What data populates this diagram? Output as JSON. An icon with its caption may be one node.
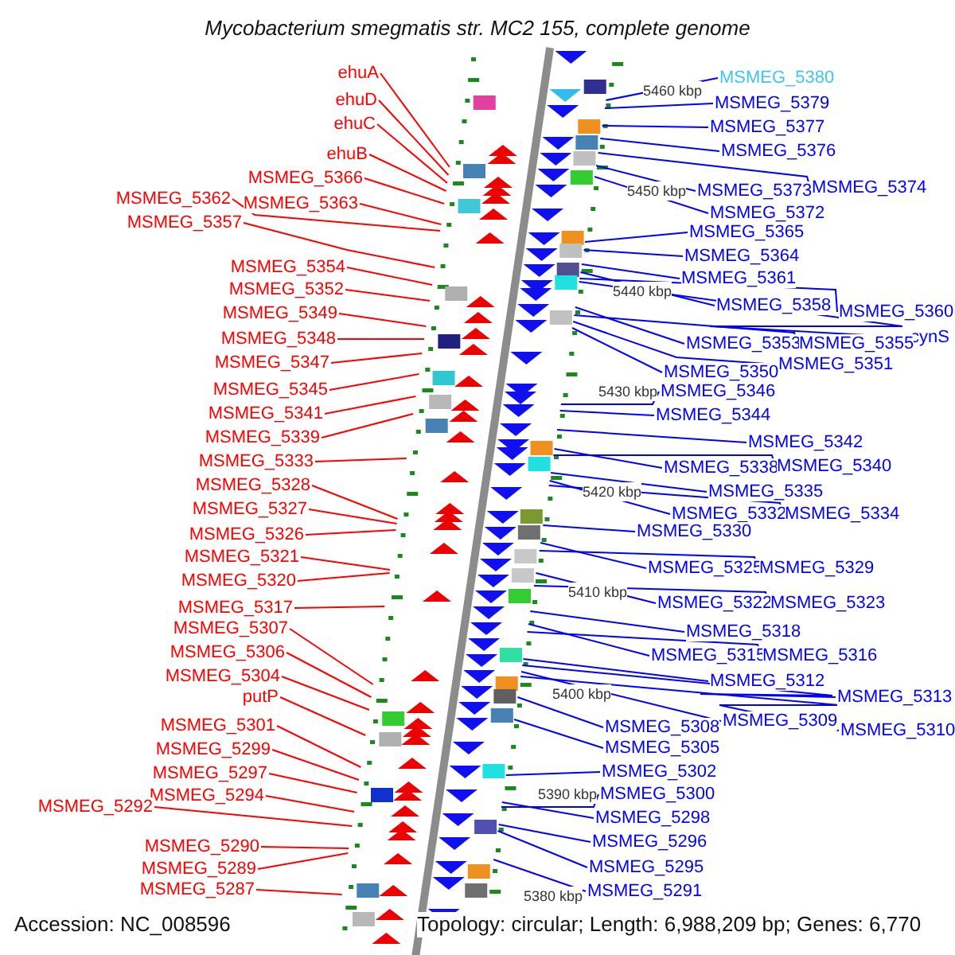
{
  "diagram": {
    "title": "Mycobacterium smegmatis str. MC2 155, complete genome",
    "nodes": [
      {
        "text": [
          "ehuA"
        ]
      },
      {
        "text": [
          "ehuD"
        ]
      },
      {
        "text": [
          "ehuC"
        ]
      },
      {
        "text": [
          "ehuB"
        ]
      },
      {
        "text": [
          "MSMEG_5366"
        ]
      },
      {
        "text": [
          "MSMEG_5362"
        ]
      },
      {
        "text": [
          "MSMEG_5363"
        ]
      },
      {
        "text": [
          "MSMEG_5357"
        ]
      },
      {
        "text": [
          "MSMEG_5354"
        ]
      },
      {
        "text": [
          "MSMEG_5352"
        ]
      },
      {
        "text": [
          "MSMEG_5349"
        ]
      },
      {
        "text": [
          "MSMEG_5348"
        ]
      },
      {
        "text": [
          "MSMEG_5347"
        ]
      },
      {
        "text": [
          "MSMEG_5345"
        ]
      },
      {
        "text": [
          "MSMEG_5341"
        ]
      },
      {
        "text": [
          "MSMEG_5339"
        ]
      },
      {
        "text": [
          "MSMEG_5333"
        ]
      },
      {
        "text": [
          "MSMEG_5328"
        ]
      },
      {
        "text": [
          "MSMEG_5327"
        ]
      },
      {
        "text": [
          "MSMEG_5326"
        ]
      },
      {
        "text": [
          "MSMEG_5321"
        ]
      },
      {
        "text": [
          "MSMEG_5320"
        ]
      },
      {
        "text": [
          "MSMEG_5317"
        ]
      },
      {
        "text": [
          "MSMEG_5307"
        ]
      },
      {
        "text": [
          "MSMEG_5306"
        ]
      },
      {
        "text": [
          "MSMEG_5304"
        ]
      },
      {
        "text": [
          "putP"
        ]
      },
      {
        "text": [
          "MSMEG_5301"
        ]
      },
      {
        "text": [
          "MSMEG_5299"
        ]
      },
      {
        "text": [
          "MSMEG_5297"
        ]
      },
      {
        "text": [
          "MSMEG_5294"
        ]
      },
      {
        "text": [
          "MSMEG_5292"
        ]
      },
      {
        "text": [
          "MSMEG_5290"
        ]
      },
      {
        "text": [
          "MSMEG_5289"
        ]
      },
      {
        "text": [
          "MSMEG_5287"
        ]
      },
      {
        "text": [
          "MSMEG_5380"
        ]
      },
      {
        "text": [
          "MSMEG_5379"
        ]
      },
      {
        "text": [
          "MSMEG_5377"
        ]
      },
      {
        "text": [
          "MSMEG_5376"
        ]
      },
      {
        "text": [
          "MSMEG_5374"
        ]
      },
      {
        "text": [
          "MSMEG_5373"
        ]
      },
      {
        "text": [
          "MSMEG_5372"
        ]
      },
      {
        "text": [
          "MSMEG_5365"
        ]
      },
      {
        "text": [
          "MSMEG_5364"
        ]
      },
      {
        "text": [
          "MSMEG_5361"
        ]
      },
      {
        "text": [
          "MSMEG_5358"
        ]
      },
      {
        "text": [
          "MSMEG_5360"
        ]
      },
      {
        "text": [
          "cynS"
        ]
      },
      {
        "text": [
          "MSMEG_5353"
        ]
      },
      {
        "text": [
          "MSMEG_5355"
        ]
      },
      {
        "text": [
          "MSMEG_5351"
        ]
      },
      {
        "text": [
          "MSMEG_5350"
        ]
      },
      {
        "text": [
          "MSMEG_5346"
        ]
      },
      {
        "text": [
          "MSMEG_5344"
        ]
      },
      {
        "text": [
          "MSMEG_5342"
        ]
      },
      {
        "text": [
          "MSMEG_5338"
        ]
      },
      {
        "text": [
          "MSMEG_5340"
        ]
      },
      {
        "text": [
          "MSMEG_5335"
        ]
      },
      {
        "text": [
          "MSMEG_5332"
        ]
      },
      {
        "text": [
          "MSMEG_5334"
        ]
      },
      {
        "text": [
          "MSMEG_5330"
        ]
      },
      {
        "text": [
          "MSMEG_5325"
        ]
      },
      {
        "text": [
          "MSMEG_5329"
        ]
      },
      {
        "text": [
          "MSMEG_5322"
        ]
      },
      {
        "text": [
          "MSMEG_5323"
        ]
      },
      {
        "text": [
          "MSMEG_5318"
        ]
      },
      {
        "text": [
          "MSMEG_5315"
        ]
      },
      {
        "text": [
          "MSMEG_5316"
        ]
      },
      {
        "text": [
          "MSMEG_5312"
        ]
      },
      {
        "text": [
          "MSMEG_5313"
        ]
      },
      {
        "text": [
          "MSMEG_5309"
        ]
      },
      {
        "text": [
          "MSMEG_5310"
        ]
      },
      {
        "text": [
          "MSMEG_5308"
        ]
      },
      {
        "text": [
          "MSMEG_5305"
        ]
      },
      {
        "text": [
          "MSMEG_5302"
        ]
      },
      {
        "text": [
          "MSMEG_5300"
        ]
      },
      {
        "text": [
          "MSMEG_5298"
        ]
      },
      {
        "text": [
          "MSMEG_5296"
        ]
      },
      {
        "text": [
          "MSMEG_5295"
        ]
      },
      {
        "text": [
          "MSMEG_5291"
        ]
      }
    ],
    "edges": [
      {
        "from": 0,
        "to": null,
        "arrow": "none",
        "color": "#ff0000"
      },
      {
        "from": 1,
        "to": null,
        "arrow": "none",
        "color": "#ff0000"
      },
      {
        "from": 2,
        "to": null,
        "arrow": "none",
        "color": "#ff0000"
      },
      {
        "from": 3,
        "to": null,
        "arrow": "none",
        "color": "#ff0000"
      },
      {
        "from": 4,
        "to": null,
        "arrow": "none",
        "color": "#ff0000"
      },
      {
        "from": 5,
        "to": null,
        "arrow": "none",
        "color": "#ff0000"
      },
      {
        "from": 6,
        "to": null,
        "arrow": "none",
        "color": "#ff0000"
      },
      {
        "from": 7,
        "to": null,
        "arrow": "none",
        "color": "#ff0000"
      },
      {
        "from": 8,
        "to": null,
        "arrow": "none",
        "color": "#ff0000"
      },
      {
        "from": 9,
        "to": null,
        "arrow": "none",
        "color": "#ff0000"
      },
      {
        "from": 10,
        "to": null,
        "arrow": "none",
        "color": "#ff0000"
      },
      {
        "from": 11,
        "to": null,
        "arrow": "none",
        "color": "#ff0000"
      },
      {
        "from": 12,
        "to": null,
        "arrow": "none",
        "color": "#ff0000"
      },
      {
        "from": 13,
        "to": null,
        "arrow": "none",
        "color": "#ff0000"
      },
      {
        "from": 14,
        "to": null,
        "arrow": "none",
        "color": "#ff0000"
      },
      {
        "from": 15,
        "to": null,
        "arrow": "none",
        "color": "#ff0000"
      },
      {
        "from": 16,
        "to": null,
        "arrow": "none",
        "color": "#ff0000"
      },
      {
        "from": 17,
        "to": null,
        "arrow": "none",
        "color": "#ff0000"
      },
      {
        "from": 18,
        "to": null,
        "arrow": "none",
        "color": "#ff0000"
      },
      {
        "from": 19,
        "to": null,
        "arrow": "none",
        "color": "#ff0000"
      },
      {
        "from": 20,
        "to": null,
        "arrow": "none",
        "color": "#ff0000"
      },
      {
        "from": 21,
        "to": null,
        "arrow": "none",
        "color": "#ff0000"
      },
      {
        "from": 22,
        "to": null,
        "arrow": "none",
        "color": "#ff0000"
      },
      {
        "from": 23,
        "to": null,
        "arrow": "none",
        "color": "#ff0000"
      },
      {
        "from": 24,
        "to": null,
        "arrow": "none",
        "color": "#ff0000"
      },
      {
        "from": 25,
        "to": null,
        "arrow": "none",
        "color": "#ff0000"
      },
      {
        "from": 26,
        "to": null,
        "arrow": "none",
        "color": "#ff0000"
      },
      {
        "from": 27,
        "to": null,
        "arrow": "none",
        "color": "#ff0000"
      },
      {
        "from": 28,
        "to": null,
        "arrow": "none",
        "color": "#ff0000"
      },
      {
        "from": 29,
        "to": null,
        "arrow": "none",
        "color": "#ff0000"
      },
      {
        "from": 30,
        "to": null,
        "arrow": "none",
        "color": "#ff0000"
      },
      {
        "from": 31,
        "to": null,
        "arrow": "none",
        "color": "#ff0000"
      },
      {
        "from": 32,
        "to": null,
        "arrow": "none",
        "color": "#ff0000"
      },
      {
        "from": 33,
        "to": null,
        "arrow": "none",
        "color": "#ff0000"
      },
      {
        "from": 34,
        "to": null,
        "arrow": "none",
        "color": "#ff0000"
      },
      {
        "from": 35,
        "to": null,
        "arrow": "none"
      },
      {
        "from": 36,
        "to": null,
        "arrow": "none"
      },
      {
        "from": 37,
        "to": null,
        "arrow": "none"
      },
      {
        "from": 38,
        "to": null,
        "arrow": "none"
      },
      {
        "from": 39,
        "to": null,
        "arrow": "none"
      },
      {
        "from": 40,
        "to": null,
        "arrow": "none"
      },
      {
        "from": 41,
        "to": null,
        "arrow": "none"
      },
      {
        "from": 42,
        "to": null,
        "arrow": "none"
      },
      {
        "from": 43,
        "to": null,
        "arrow": "none"
      },
      {
        "from": 44,
        "to": null,
        "arrow": "none"
      },
      {
        "from": 45,
        "to": null,
        "arrow": "none"
      },
      {
        "from": 46,
        "to": null,
        "arrow": "none"
      },
      {
        "from": 47,
        "to": null,
        "arrow": "none"
      },
      {
        "from": 48,
        "to": null,
        "arrow": "none"
      },
      {
        "from": 49,
        "to": null,
        "arrow": "none"
      },
      {
        "from": 50,
        "to": null,
        "arrow": "none"
      },
      {
        "from": 51,
        "to": null,
        "arrow": "none"
      },
      {
        "from": 52,
        "to": null,
        "arrow": "none"
      },
      {
        "from": 53,
        "to": null,
        "arrow": "none"
      },
      {
        "from": 54,
        "to": null,
        "arrow": "none"
      },
      {
        "from": 55,
        "to": null,
        "arrow": "none"
      },
      {
        "from": 56,
        "to": null,
        "arrow": "none"
      },
      {
        "from": 57,
        "to": null,
        "arrow": "none"
      },
      {
        "from": 58,
        "to": null,
        "arrow": "none"
      },
      {
        "from": 59,
        "to": null,
        "arrow": "none"
      },
      {
        "from": 60,
        "to": null,
        "arrow": "none"
      },
      {
        "from": 61,
        "to": null,
        "arrow": "none"
      },
      {
        "from": 62,
        "to": null,
        "arrow": "none"
      },
      {
        "from": 63,
        "to": null,
        "arrow": "none"
      },
      {
        "from": 64,
        "to": null,
        "arrow": "none"
      },
      {
        "from": 65,
        "to": null,
        "arrow": "none"
      },
      {
        "from": 66,
        "to": null,
        "arrow": "none"
      },
      {
        "from": 67,
        "to": null,
        "arrow": "none"
      },
      {
        "from": 68,
        "to": null,
        "arrow": "none"
      },
      {
        "from": 69,
        "to": null,
        "arrow": "none"
      },
      {
        "from": 70,
        "to": null,
        "arrow": "none"
      },
      {
        "from": 71,
        "to": null,
        "arrow": "none"
      },
      {
        "from": 72,
        "to": null,
        "arrow": "none"
      },
      {
        "from": 73,
        "to": null,
        "arrow": "none"
      },
      {
        "from": 74,
        "to": null,
        "arrow": "none"
      },
      {
        "from": 75,
        "to": null,
        "arrow": "none"
      },
      {
        "from": 76,
        "to": null,
        "arrow": "none"
      },
      {
        "from": 77,
        "to": null,
        "arrow": "none"
      },
      {
        "from": 78,
        "to": null,
        "arrow": "none"
      },
      {
        "from": 79,
        "to": null,
        "arrow": "none"
      }
    ],
    "labels": [
      "5460 kbp",
      "5450 kbp",
      "5440 kbp",
      "5430 kbp",
      "5420 kbp",
      "5410 kbp",
      "5400 kbp",
      "5390 kbp",
      "5380 kbp",
      "Accession: NC_008596",
      "Topology: circular; Length: 6,988,209 bp; Genes: 6,770"
    ]
  }
}
